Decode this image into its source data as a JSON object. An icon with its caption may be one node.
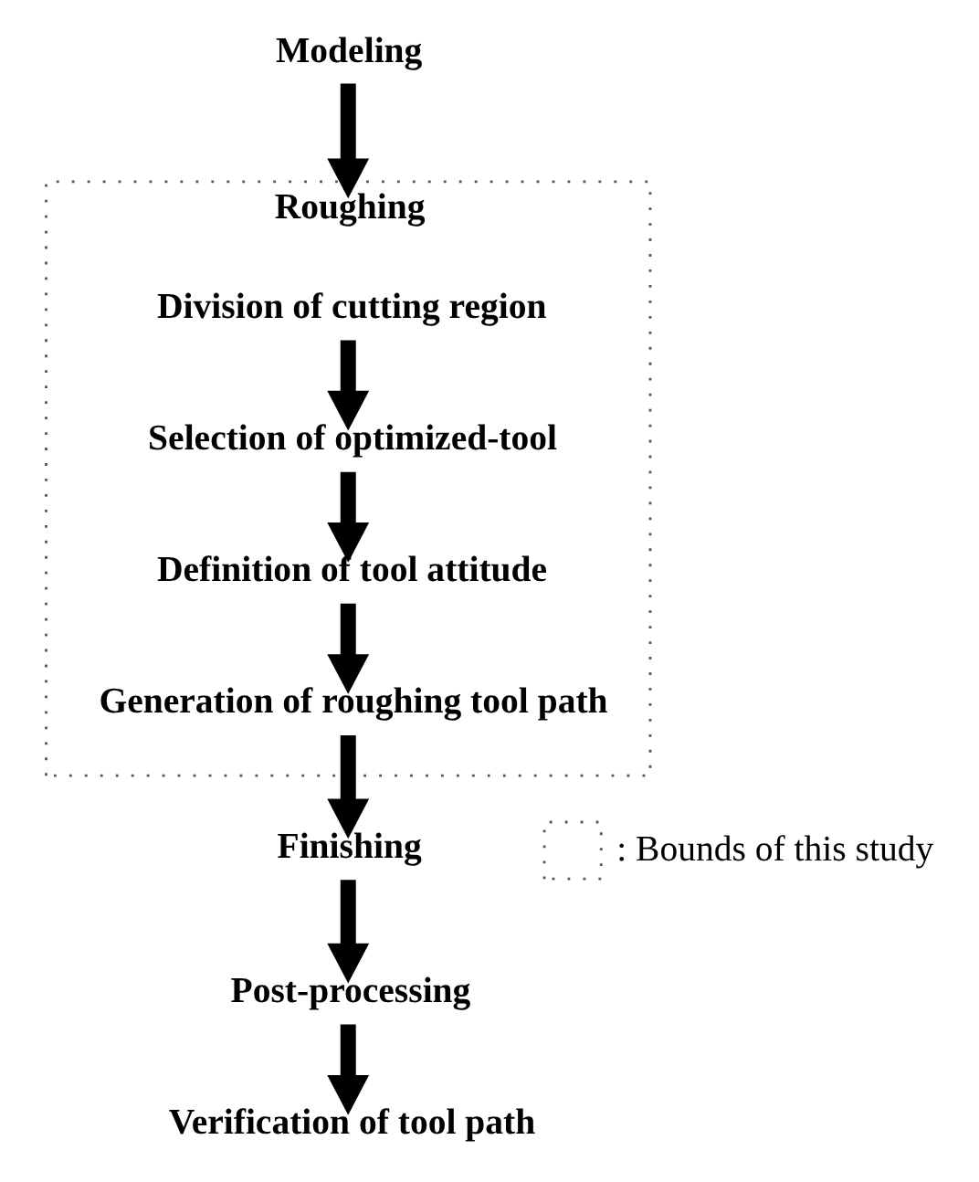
{
  "diagram": {
    "nodes": [
      {
        "text": [
          "Modeling"
        ]
      },
      {
        "text": [
          "Roughing"
        ]
      },
      {
        "text": [
          "Division of cutting region"
        ],
        "in": 1
      },
      {
        "text": [
          "Selection of optimized-tool"
        ],
        "in": 1
      },
      {
        "text": [
          "Definition of tool attitude"
        ],
        "in": 1
      },
      {
        "text": [
          "Generation of roughing tool path"
        ],
        "in": 1
      },
      {
        "text": [
          "Finishing"
        ]
      },
      {
        "text": [
          "Post-processing"
        ]
      },
      {
        "text": [
          "Verification of tool path"
        ]
      }
    ],
    "edges": [
      {
        "from": 0,
        "to": 1,
        "arrow": "to"
      },
      {
        "from": 2,
        "to": 3,
        "arrow": "to"
      },
      {
        "from": 3,
        "to": 4,
        "arrow": "to"
      },
      {
        "from": 4,
        "to": 5,
        "arrow": "to"
      },
      {
        "from": 5,
        "to": 6,
        "arrow": "to"
      },
      {
        "from": 6,
        "to": 7,
        "arrow": "to"
      },
      {
        "from": 7,
        "to": 8,
        "arrow": "to"
      }
    ],
    "legend": [
      {
        "text": ": Bounds of this study"
      }
    ]
  }
}
